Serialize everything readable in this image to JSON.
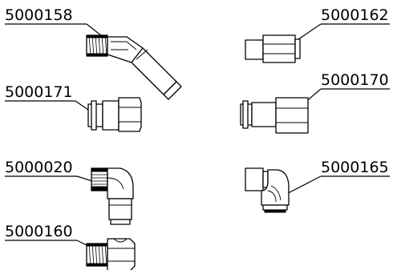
{
  "labels": {
    "p5000158": "5000158",
    "p5000162": "5000162",
    "p5000171": "5000171",
    "p5000170": "5000170",
    "p5000020": "5000020",
    "p5000165": "5000165",
    "p5000160": "5000160"
  }
}
